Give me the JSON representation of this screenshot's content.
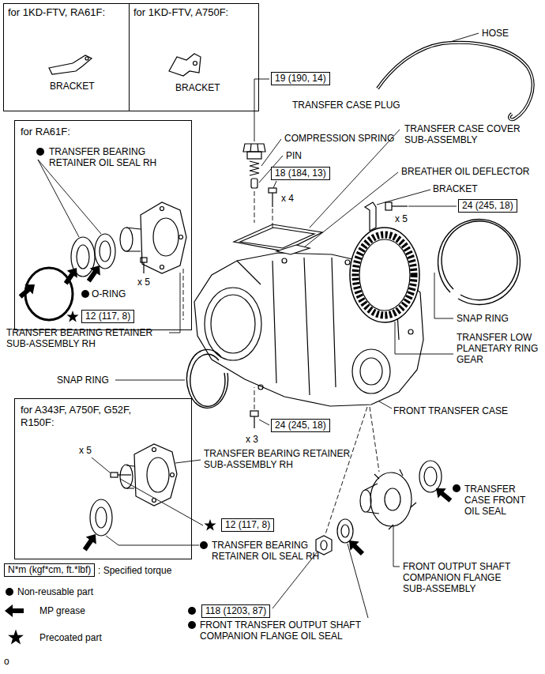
{
  "diagram": {
    "nodes": [
      {
        "text": [
          "for 1KD-FTV, RA61F:",
          "BRACKET"
        ]
      },
      {
        "text": [
          "for 1KD-FTV, A750F:",
          "BRACKET"
        ]
      },
      {
        "text": [
          "19 (190, 14)"
        ]
      },
      {
        "text": [
          "18 (184, 13)"
        ]
      },
      {
        "text": [
          "24 (245, 18)"
        ]
      },
      {
        "text": [
          "for RA61F:"
        ]
      },
      {
        "text": [
          "12 (117, 8)"
        ]
      },
      {
        "text": [
          "24 (245, 18)"
        ]
      },
      {
        "text": [
          "for A343F, A750F, G52F, R150F:"
        ]
      },
      {
        "text": [
          "12 (117, 8)"
        ]
      },
      {
        "text": [
          "118 (1203, 87)"
        ]
      },
      {
        "text": [
          "N*m (kgf*cm, ft.*lbf)"
        ]
      }
    ],
    "labels": [
      "HOSE",
      "TRANSFER CASE PLUG",
      "COMPRESSION SPRING",
      "PIN",
      "x 4",
      "TRANSFER CASE COVER SUB-ASSEMBLY",
      "BREATHER OIL DEFLECTOR",
      "BRACKET",
      "x 5",
      "TRANSFER BEARING RETAINER OIL SEAL RH",
      "O-RING",
      "x 5",
      "TRANSFER BEARING RETAINER SUB-ASSEMBLY RH",
      "SNAP RING",
      "TRANSFER LOW PLANETARY RING GEAR",
      "SNAP RING",
      "FRONT TRANSFER CASE",
      "x 3",
      "x 5",
      "TRANSFER BEARING RETAINER SUB-ASSEMBLY RH",
      "TRANSFER BEARING RETAINER OIL SEAL RH",
      "TRANSFER CASE FRONT OIL SEAL",
      "FRONT OUTPUT SHAFT COMPANION FLANGE SUB-ASSEMBLY",
      "FRONT TRANSFER OUTPUT SHAFT COMPANION FLANGE OIL SEAL",
      "o"
    ],
    "legend": [
      {
        "text": ": Specified torque"
      },
      {
        "text": "Non-reusable part"
      },
      {
        "text": "MP grease"
      },
      {
        "text": "Precoated part"
      }
    ]
  }
}
